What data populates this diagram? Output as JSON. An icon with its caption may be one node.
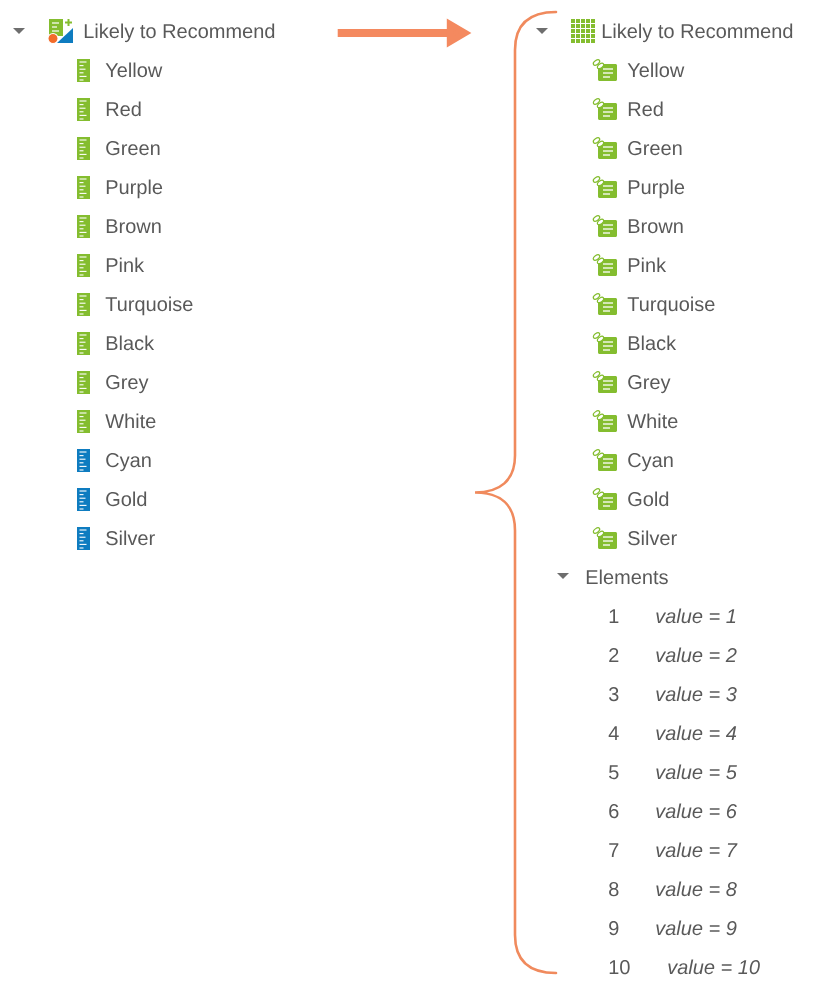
{
  "diagram": {
    "nodes": [
      {
        "text": [
          "Likely to Recommend"
        ]
      },
      {
        "text": [],
        "shape": "brace"
      },
      {
        "text": [
          "Likely to Recommend"
        ]
      }
    ],
    "edges": [
      {
        "from": 0,
        "to": 1,
        "arrow": "to",
        "color": "#f4895f"
      }
    ],
    "labels": [
      "Yellow",
      "Red",
      "Green",
      "Purple",
      "Brown",
      "Pink",
      "Turquoise",
      "Black",
      "Grey",
      "White",
      "Cyan",
      "Gold",
      "Silver",
      "Yellow",
      "Red",
      "Green",
      "Purple",
      "Brown",
      "Pink",
      "Turquoise",
      "Black",
      "Grey",
      "White",
      "Cyan",
      "Gold",
      "Silver",
      "Elements",
      "1",
      "value = 1",
      "2",
      "value = 2",
      "3",
      "value = 3",
      "4",
      "value = 4",
      "5",
      "value = 5",
      "6",
      "value = 6",
      "7",
      "value = 7",
      "8",
      "value = 8",
      "9",
      "value = 9",
      "10",
      "value = 10"
    ]
  }
}
